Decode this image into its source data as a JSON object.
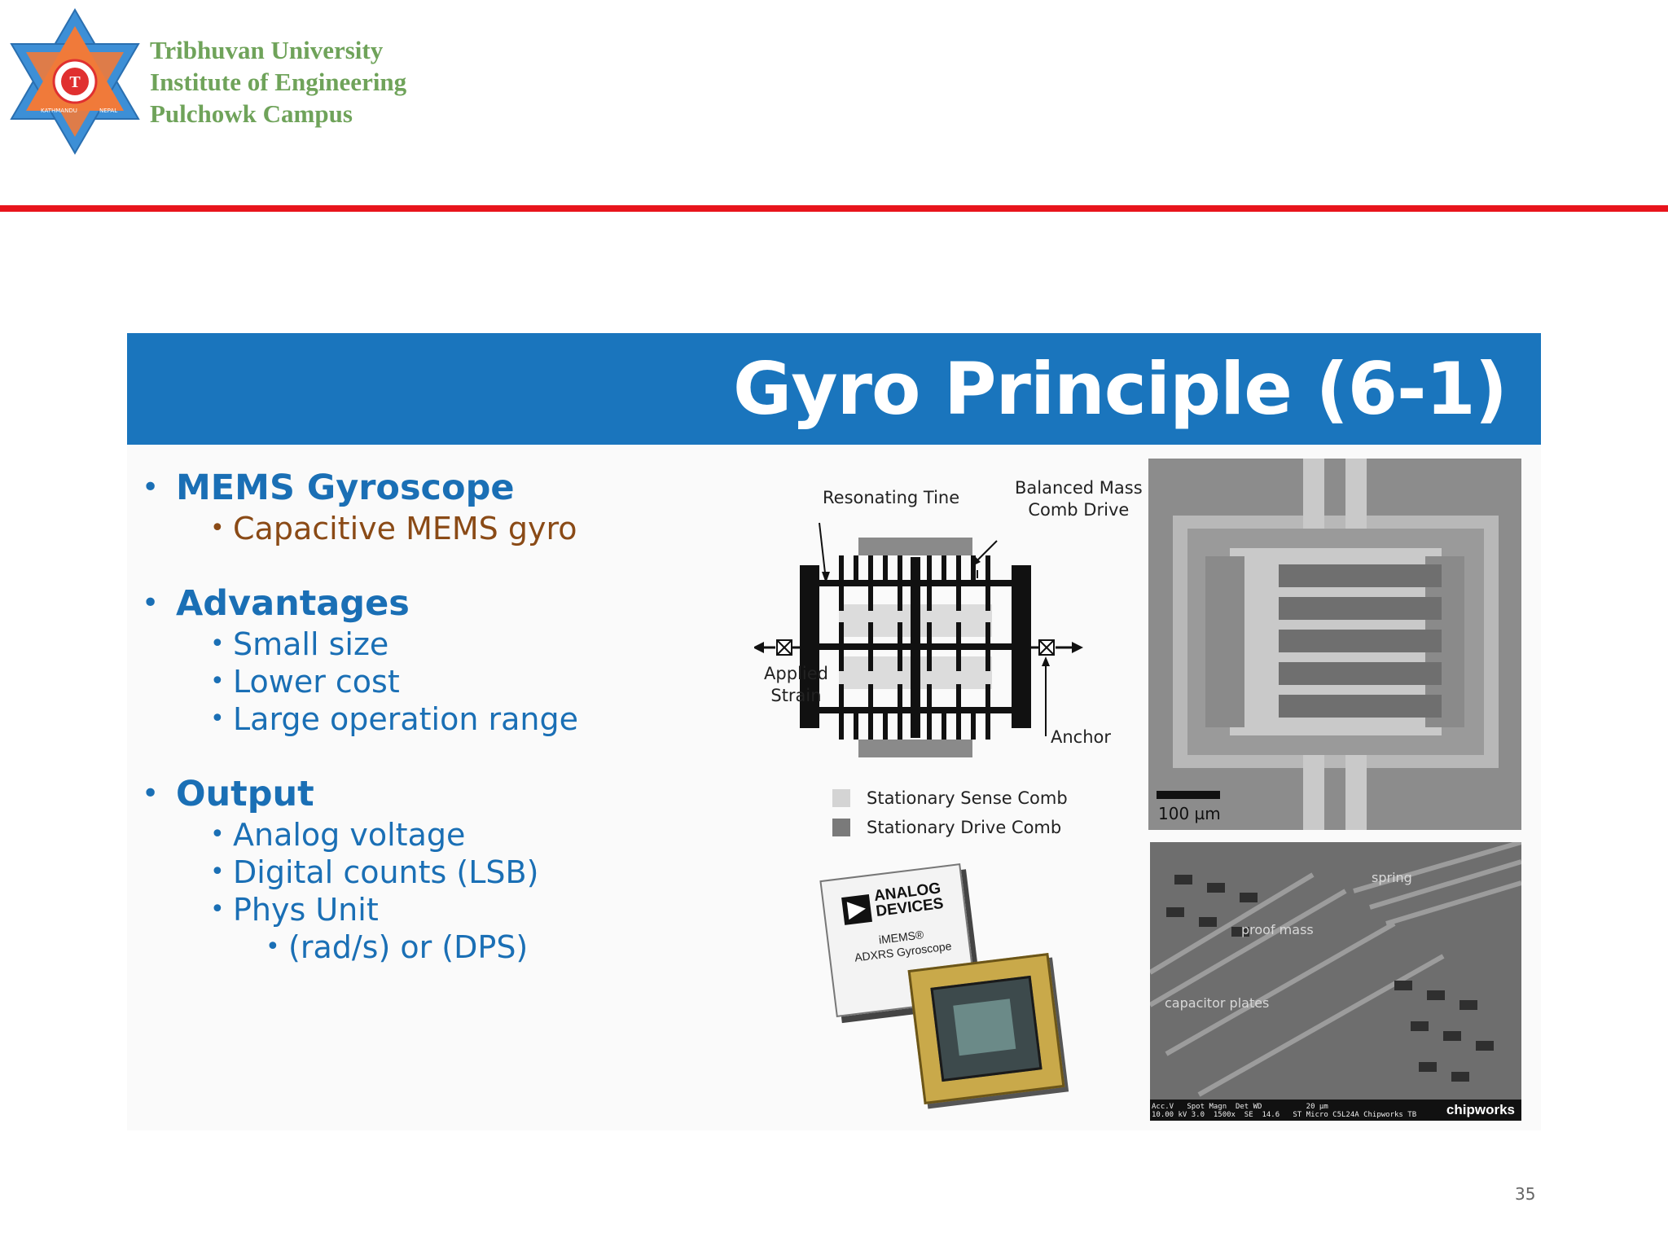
{
  "header": {
    "institution_lines": [
      "Tribhuvan University",
      "Institute of Engineering",
      "Pulchowk Campus"
    ],
    "logo_texts": [
      "KATHMANDU",
      "NEPAL"
    ]
  },
  "title": "Gyro Principle (6-1)",
  "bullets": {
    "mems": {
      "heading": "MEMS Gyroscope",
      "items": [
        "Capacitive MEMS gyro"
      ]
    },
    "advantages": {
      "heading": "Advantages",
      "items": [
        "Small size",
        "Lower cost",
        "Large operation range"
      ]
    },
    "output": {
      "heading": "Output",
      "items": [
        "Analog voltage",
        "Digital counts (LSB)",
        "Phys Unit"
      ],
      "subitem": "(rad/s) or (DPS)"
    }
  },
  "diagram": {
    "resonating_tine": "Resonating Tine",
    "balanced_mass_line1": "Balanced Mass",
    "balanced_mass_line2": "Comb Drive",
    "applied_line1": "Applied",
    "applied_line2": "Strain",
    "anchor": "Anchor",
    "legend": [
      {
        "label": "Stationary Sense Comb",
        "color": "#d4d4d4"
      },
      {
        "label": "Stationary Drive Comb",
        "color": "#7a7a7a"
      }
    ]
  },
  "chip": {
    "brand_line1": "ANALOG",
    "brand_line2": "DEVICES",
    "sub_line1": "iMEMS®",
    "sub_line2": "ADXRS Gyroscope"
  },
  "micrograph1": {
    "scale": "100 µm"
  },
  "micrograph2": {
    "spring": "spring",
    "proof_mass": "proof mass",
    "capacitor_plates": "capacitor plates",
    "info_bar": "Acc.V   Spot Magn  Det WD          20 µm\n10.00 kV 3.0  1500x  SE  14.6   ST Micro C5L24A Chipworks TB",
    "brand": "chipworks"
  },
  "page_number": "35",
  "colors": {
    "accent_red": "#e8141c",
    "title_blue": "#1a75bd",
    "bullet_blue": "#1a6fb5",
    "brown": "#8a4a16",
    "logo_green": "#6fa35a"
  }
}
